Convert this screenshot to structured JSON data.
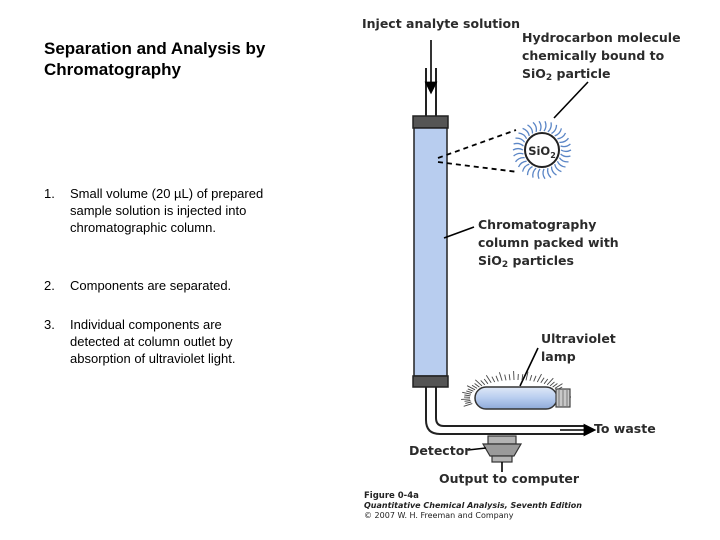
{
  "title": "Separation and Analysis by Chromatography",
  "steps": [
    {
      "num": "1.",
      "text": "Small volume (20 µL) of prepared sample solution is injected into chromatographic column."
    },
    {
      "num": "2.",
      "text": "Components are separated."
    },
    {
      "num": "3.",
      "text": "Individual components are detected at column outlet by absorption of ultraviolet light."
    }
  ],
  "diagram": {
    "inject_label": "Inject analyte solution",
    "hydrocarbon_label": [
      "Hydrocarbon molecule",
      "chemically bound to",
      "SiO",
      "2",
      " particle"
    ],
    "particle_label": [
      "SiO",
      "2"
    ],
    "column_label": [
      "Chromatography",
      "column packed with",
      "SiO",
      "2",
      " particles"
    ],
    "uv_label": [
      "Ultraviolet",
      "lamp"
    ],
    "waste_label": "To waste",
    "detector_label": "Detector",
    "output_label": "Output to computer",
    "colors": {
      "column_fill": "#b8cdef",
      "lamp_fill": "#b8cdef",
      "metal": "#9a9a9a",
      "text": "#2b2b2b"
    }
  },
  "caption": {
    "figure": "Figure 0-4a",
    "book": "Quantitative Chemical Analysis, Seventh Edition",
    "copyright": "© 2007 W. H. Freeman and Company"
  }
}
